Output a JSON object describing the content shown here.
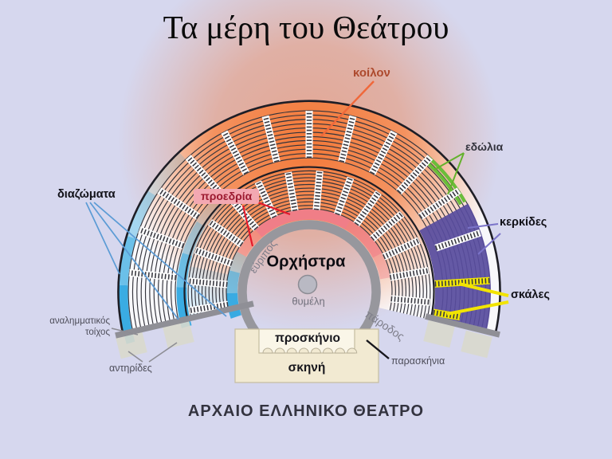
{
  "title": "Τα μέρη του Θεάτρου",
  "caption": "ΑΡΧΑΙΟ ΕΛΛΗΝΙΚΟ ΘΕΑΤΡΟ",
  "labels": {
    "koilon": {
      "text": "κοίλον",
      "color": "#ad4a2e"
    },
    "edolia": {
      "text": "εδώλια",
      "color": "#33333d"
    },
    "diazomata": {
      "text": "διαζώματα",
      "color": "#111118"
    },
    "proedria": {
      "text": "προεδρία",
      "color": "#9c1a30",
      "box_color": "#f3a8b2"
    },
    "kerkides": {
      "text": "κερκίδες",
      "color": "#111118"
    },
    "skales": {
      "text": "σκάλες",
      "color": "#111118"
    },
    "orchestra": {
      "text": "Ορχήστρα",
      "color": "#0c0c12"
    },
    "thymeli": {
      "text": "θυμέλη",
      "color": "#70707c"
    },
    "euripos": {
      "text": "εύριπος",
      "color": "#7e7e8a"
    },
    "parodos": {
      "text": "πάροδος",
      "color": "#7e7e8a"
    },
    "proskenio": {
      "text": "προσκήνιο",
      "color": "#16161c"
    },
    "skene": {
      "text": "σκηνή",
      "color": "#16161c"
    },
    "paraskenia": {
      "text": "παρασκήνια",
      "color": "#4e4e5a"
    },
    "analimmatikos": {
      "text": "αναλημματικός τοίχος",
      "color": "#4e4e5a"
    },
    "antirides": {
      "text": "αντηρίδες",
      "color": "#4e4e5a"
    }
  },
  "palette": {
    "background": "#d6d7ee",
    "cavea_fill": "#f8f8fb",
    "seat_line": "#34343c",
    "outline": "#1e1e26",
    "orange_koilon": "#f26a22",
    "blue_diazoma": "#2fa8e1",
    "pink_proedria": "#ef7d8a",
    "green_edolia": "#6abe3a",
    "purple_kerkides": "#584c9e",
    "yellow_skales": "#f2e705",
    "stair_rung": "#3a3a42",
    "wall_gray": "#8f8f96",
    "buttress": "#d9d9cc",
    "orchestra_wall": "#97979d",
    "thymeli_fill": "#b9b9c3",
    "stage_fill": "#f2ead2",
    "stage_recess": "#faf6e8",
    "stage_stroke": "#c5bda1",
    "pointer_red": "#e51a2b",
    "pointer_blue": "#5b9bd5",
    "pointer_green": "#64b22c",
    "pointer_purple": "#7b74c9",
    "pointer_yellow": "#f2e400",
    "pointer_gray": "#8d8d94",
    "pointer_black": "#16161c",
    "pointer_orange": "#f0683a"
  }
}
